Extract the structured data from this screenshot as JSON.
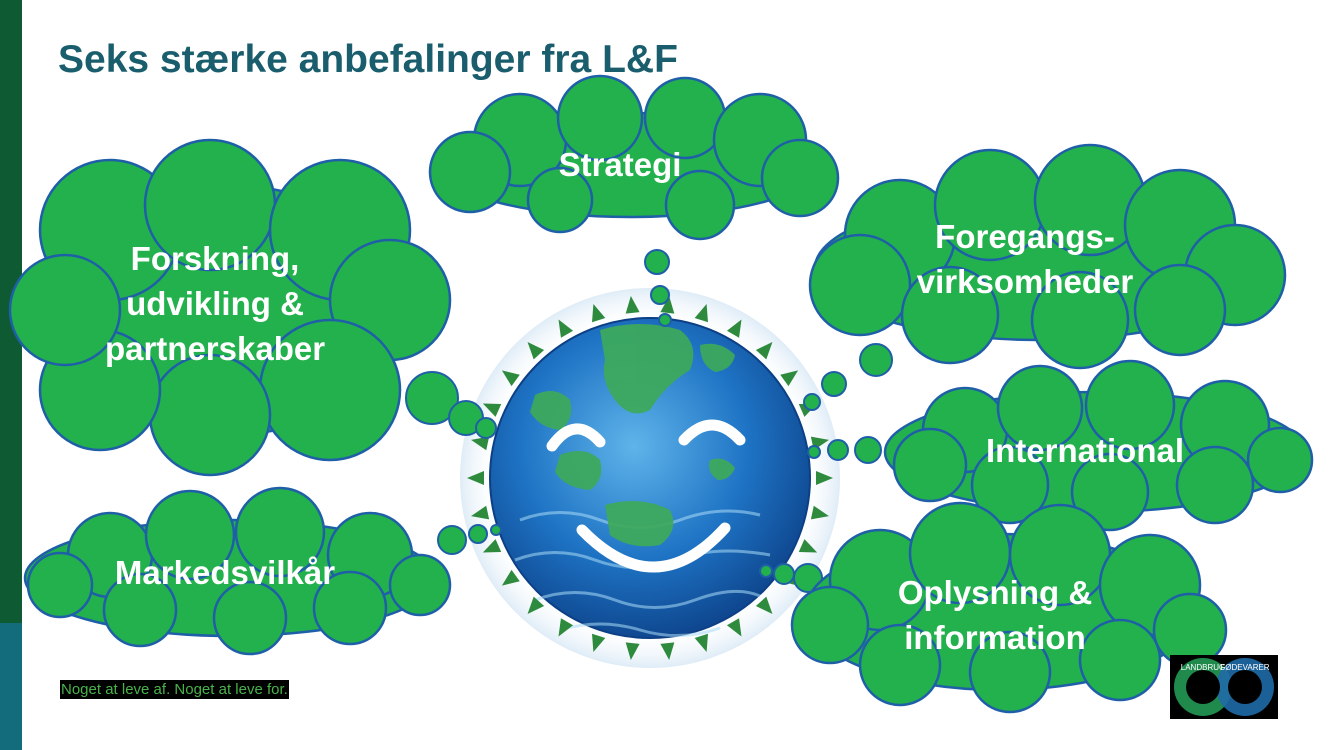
{
  "slide": {
    "title": "Seks stærke anbefalinger fra L&F",
    "tagline": "Noget at leve af. Noget at leve for."
  },
  "clouds": {
    "strategi": "Strategi",
    "forskning": [
      "Forskning,",
      "udvikling &",
      "partnerskaber"
    ],
    "foregangs": [
      "Foregangs-",
      "virksomheder"
    ],
    "international": "International",
    "markedsvilkaar": "Markedsvilkår",
    "oplysning": [
      "Oplysning &",
      "information"
    ]
  },
  "logo": {
    "left_text": "LANDBRUG",
    "right_text": "FØDEVARER"
  },
  "colors": {
    "cloud_fill": "#22b14c",
    "cloud_stroke": "#1f5fa8",
    "title": "#1a5e6e",
    "sidebar_top": "#0e5a33",
    "sidebar_bottom": "#136c7c",
    "tagline_text": "#49b24a"
  }
}
